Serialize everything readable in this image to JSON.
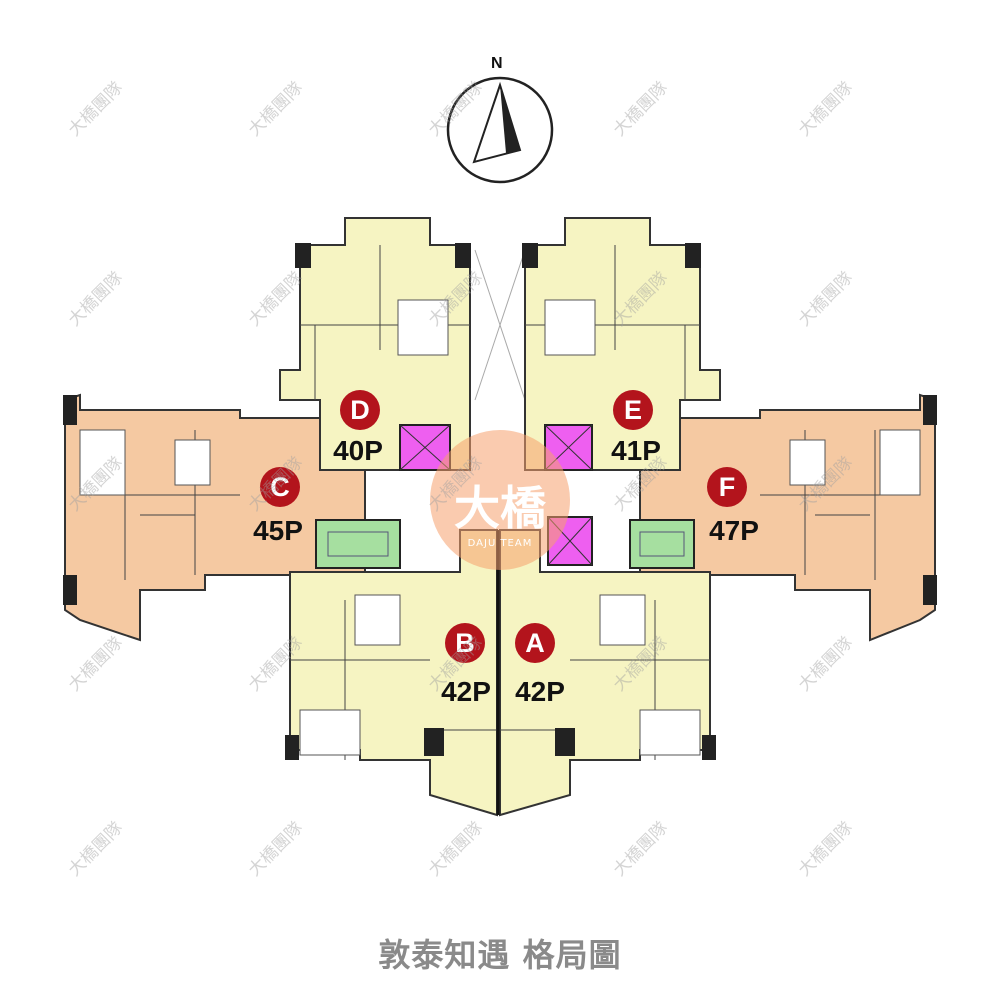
{
  "compass": {
    "label": "N"
  },
  "units": [
    {
      "id": "D",
      "size": "40P"
    },
    {
      "id": "E",
      "size": "41P"
    },
    {
      "id": "C",
      "size": "45P"
    },
    {
      "id": "F",
      "size": "47P"
    },
    {
      "id": "B",
      "size": "42P"
    },
    {
      "id": "A",
      "size": "42P"
    }
  ],
  "logo": {
    "main": "大橋",
    "sub": "DAJU TEAM"
  },
  "watermark": "大橋團隊",
  "title": "敦泰知遇 格局圖",
  "colors": {
    "unit_yellow": "#f6f4c2",
    "unit_orange": "#f5c9a2",
    "elevator": "#ee5ff0",
    "stairs": "#a6dfa0",
    "badge": "#b3141c"
  }
}
